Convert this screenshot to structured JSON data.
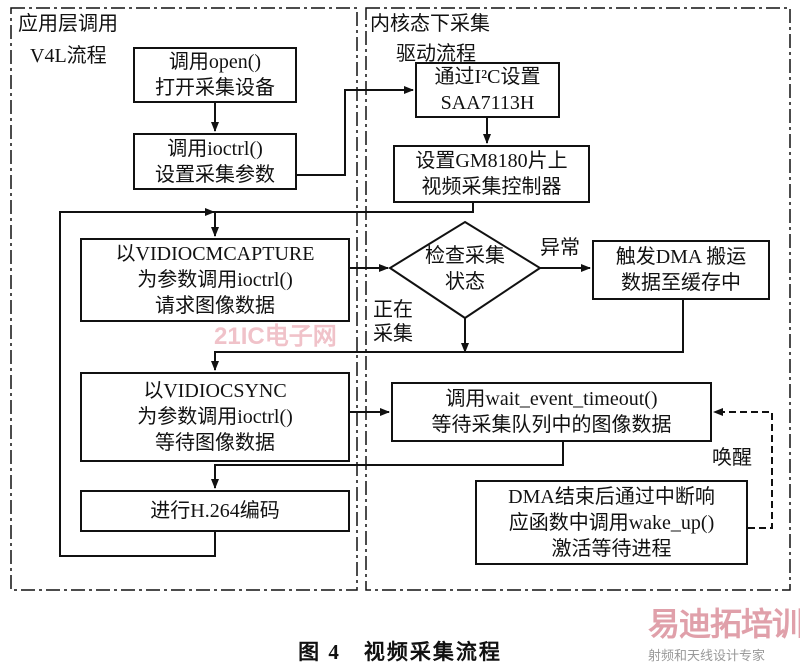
{
  "left_panel": {
    "title_line1": "应用层调用",
    "title_line2": "V4L流程"
  },
  "right_panel": {
    "title_line1": "内核态下采集",
    "title_line2": "驱动流程"
  },
  "boxes": {
    "open": [
      "调用open()",
      "打开采集设备"
    ],
    "ioctrl": [
      "调用ioctrl()",
      "设置采集参数"
    ],
    "i2c": [
      "通过I²C设置",
      "SAA7113H"
    ],
    "gm8180": [
      "设置GM8180片上",
      "视频采集控制器"
    ],
    "capture": [
      "以VIDIOCMCAPTURE",
      "为参数调用ioctrl()",
      "请求图像数据"
    ],
    "check": [
      "检查采集",
      "状态"
    ],
    "dma": [
      "触发DMA 搬运",
      "数据至缓存中"
    ],
    "sync": [
      "以VIDIOCSYNC",
      "为参数调用ioctrl()",
      "等待图像数据"
    ],
    "wait": [
      "调用wait_event_timeout()",
      "等待采集队列中的图像数据"
    ],
    "h264": [
      "进行H.264编码"
    ],
    "dma_end": [
      "DMA结束后通过中断响",
      "应函数中调用wake_up()",
      "激活等待进程"
    ]
  },
  "labels": {
    "abnormal": "异常",
    "collecting_1": "正在",
    "collecting_2": "采集",
    "wakeup": "唤醒"
  },
  "caption": "图 4　视频采集流程",
  "watermarks": {
    "site1": "21IC电子网",
    "site2": "易迪拓培训",
    "site2_sub": "射频和天线设计专家"
  }
}
